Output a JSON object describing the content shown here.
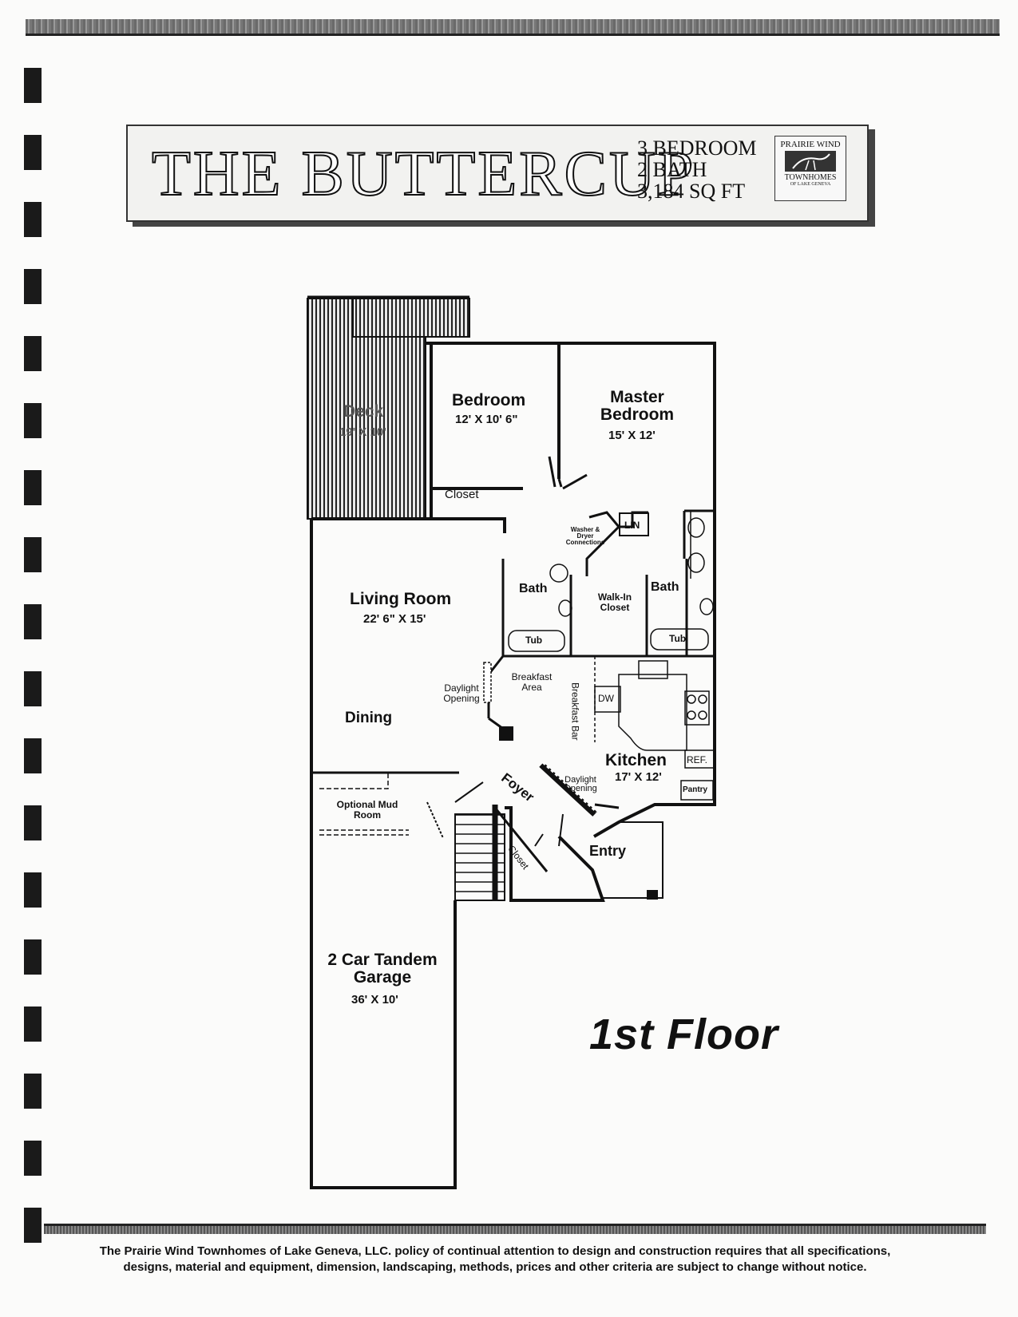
{
  "header": {
    "title": "THE BUTTERCUP",
    "bedrooms": "3 BEDROOM",
    "baths": "2 BATH",
    "sqft": "3,184 SQ FT"
  },
  "logo": {
    "line1": "PRAIRIE WIND",
    "line2": "TOWNHOMES",
    "line3": "OF LAKE GENEVA"
  },
  "rooms": {
    "deck": {
      "name": "Deck",
      "dim": "19' X 10'"
    },
    "bedroom": {
      "name": "Bedroom",
      "dim": "12' X 10' 6\""
    },
    "master": {
      "name": "Master Bedroom",
      "dim": "15' X 12'"
    },
    "closet": "Closet",
    "washer": "Washer & Dryer Connections",
    "linen": "LIN",
    "bath1": "Bath",
    "bath2": "Bath",
    "walkin": "Walk-In Closet",
    "tub1": "Tub",
    "tub2": "Tub",
    "living": {
      "name": "Living Room",
      "dim": "22' 6\" X 15'"
    },
    "daylight1": "Daylight Opening",
    "breakfast_area": "Breakfast Area",
    "breakfast_bar": "Breakfast Bar",
    "dw": "DW",
    "dining": "Dining",
    "kitchen": {
      "name": "Kitchen",
      "dim": "17' X 12'"
    },
    "ref": "REF.",
    "pantry": "Pantry",
    "foyer": "Foyer",
    "daylight2": "Daylight Opening",
    "mudroom": "Optional Mud Room",
    "closet2": "Closet",
    "entry": "Entry",
    "garage": {
      "name": "2 Car Tandem Garage",
      "dim": "36' X 10'"
    }
  },
  "floor_label": "1st Floor",
  "footer": "The Prairie Wind Townhomes of Lake Geneva, LLC. policy of continual attention to design and construction requires that all specifications, designs, material and equipment, dimension, landscaping, methods, prices and other criteria are subject to change without notice."
}
